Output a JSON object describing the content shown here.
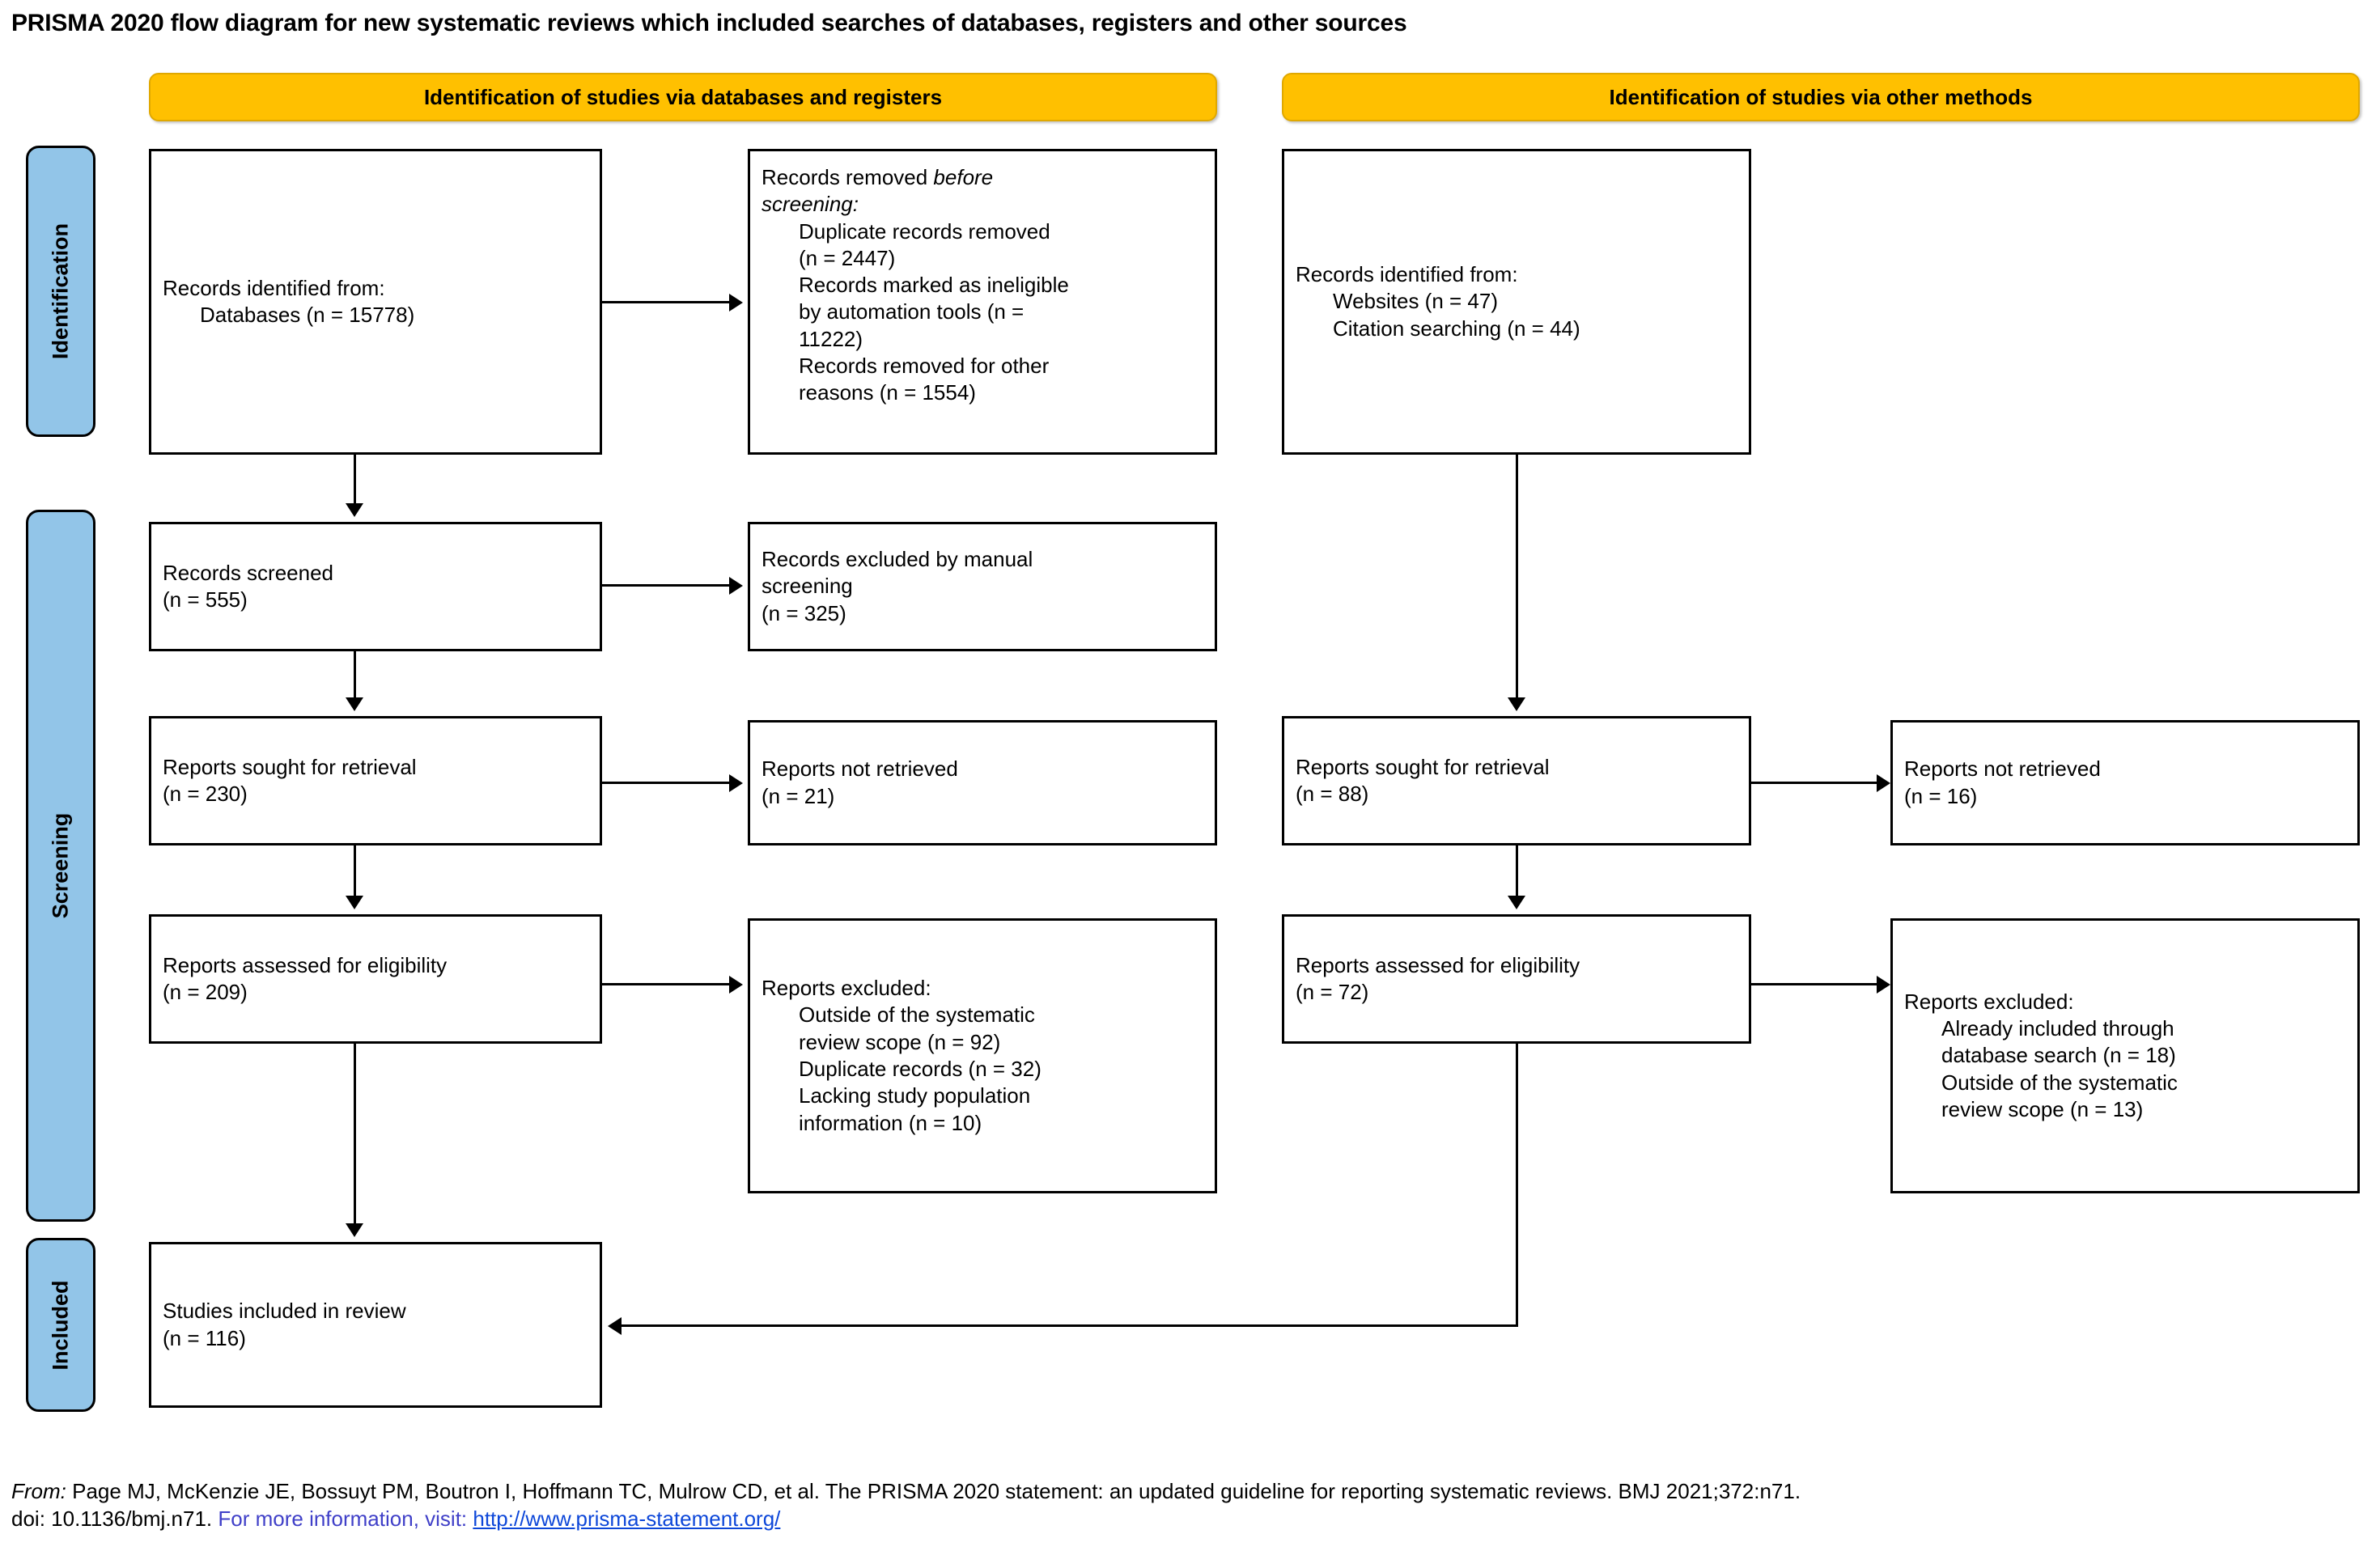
{
  "title": "PRISMA 2020 flow diagram for new systematic reviews which included searches of databases, registers and other sources",
  "colors": {
    "stage_bar": "#92C5E8",
    "column_header": "#FFC000",
    "box_border": "#000000",
    "link": "#0D47D9",
    "info_text": "#4040C8"
  },
  "stages": [
    {
      "id": "identification",
      "label": "Identification"
    },
    {
      "id": "screening",
      "label": "Screening"
    },
    {
      "id": "included",
      "label": "Included"
    }
  ],
  "columns": [
    {
      "id": "databases",
      "header": "Identification of studies via databases and registers"
    },
    {
      "id": "other",
      "header": "Identification of studies via other methods"
    }
  ],
  "boxes": {
    "db_identified": {
      "lines": [
        {
          "text": "Records identified from:",
          "indent": false
        },
        {
          "text": "Databases (n = 15778)",
          "indent": true
        }
      ]
    },
    "db_removed_before_screening": {
      "lines": [
        {
          "text": "Records removed before",
          "indent": false,
          "italic_part": "before"
        },
        {
          "text": "screening:",
          "indent": false,
          "italic": true
        },
        {
          "text": "Duplicate records removed",
          "indent": true
        },
        {
          "text": "(n = 2447)",
          "indent": true
        },
        {
          "text": "Records marked as ineligible",
          "indent": true
        },
        {
          "text": "by automation tools (n =",
          "indent": true
        },
        {
          "text": "11222)",
          "indent": true
        },
        {
          "text": "Records removed for other",
          "indent": true
        },
        {
          "text": "reasons (n = 1554)",
          "indent": true
        }
      ]
    },
    "db_screened": {
      "lines": [
        {
          "text": "Records screened",
          "indent": false
        },
        {
          "text": "(n = 555)",
          "indent": false
        }
      ]
    },
    "db_excluded_manual": {
      "lines": [
        {
          "text": "Records excluded by manual",
          "indent": false
        },
        {
          "text": "screening",
          "indent": false
        },
        {
          "text": "(n = 325)",
          "indent": false
        }
      ]
    },
    "db_sought": {
      "lines": [
        {
          "text": "Reports sought for retrieval",
          "indent": false
        },
        {
          "text": "(n = 230)",
          "indent": false
        }
      ]
    },
    "db_not_retrieved": {
      "lines": [
        {
          "text": "Reports not retrieved",
          "indent": false
        },
        {
          "text": "(n = 21)",
          "indent": false
        }
      ]
    },
    "db_assessed": {
      "lines": [
        {
          "text": "Reports assessed for eligibility",
          "indent": false
        },
        {
          "text": "(n = 209)",
          "indent": false
        }
      ]
    },
    "db_excluded": {
      "lines": [
        {
          "text": "Reports excluded:",
          "indent": false
        },
        {
          "text": "Outside of the systematic",
          "indent": true
        },
        {
          "text": "review scope (n = 92)",
          "indent": true
        },
        {
          "text": "Duplicate records (n = 32)",
          "indent": true
        },
        {
          "text": "Lacking study population",
          "indent": true
        },
        {
          "text": "information (n = 10)",
          "indent": true
        }
      ]
    },
    "other_identified": {
      "lines": [
        {
          "text": "Records identified from:",
          "indent": false
        },
        {
          "text": "Websites (n = 47)",
          "indent": true
        },
        {
          "text": "Citation searching (n = 44)",
          "indent": true
        }
      ]
    },
    "other_sought": {
      "lines": [
        {
          "text": "Reports sought for retrieval",
          "indent": false
        },
        {
          "text": "(n = 88)",
          "indent": false
        }
      ]
    },
    "other_not_retrieved": {
      "lines": [
        {
          "text": "Reports not retrieved",
          "indent": false
        },
        {
          "text": "(n = 16)",
          "indent": false
        }
      ]
    },
    "other_assessed": {
      "lines": [
        {
          "text": "Reports assessed for eligibility",
          "indent": false
        },
        {
          "text": "(n = 72)",
          "indent": false
        }
      ]
    },
    "other_excluded": {
      "lines": [
        {
          "text": "Reports excluded:",
          "indent": false
        },
        {
          "text": "Already included through",
          "indent": true
        },
        {
          "text": "database search (n = 18)",
          "indent": true
        },
        {
          "text": "Outside of the systematic",
          "indent": true
        },
        {
          "text": "review scope (n = 13)",
          "indent": true
        }
      ]
    },
    "included_studies": {
      "lines": [
        {
          "text": "Studies included in review",
          "indent": false
        },
        {
          "text": "(n = 116)",
          "indent": false
        }
      ]
    }
  },
  "footer": {
    "from_label": "From:",
    "citation": "Page MJ, McKenzie JE, Bossuyt PM, Boutron I, Hoffmann TC, Mulrow CD, et al. The PRISMA 2020 statement: an updated guideline for reporting systematic reviews. BMJ 2021;372:n71.",
    "doi": "doi: 10.1136/bmj.n71.",
    "info": "For more information, visit:",
    "link": "http://www.prisma-statement.org/"
  }
}
